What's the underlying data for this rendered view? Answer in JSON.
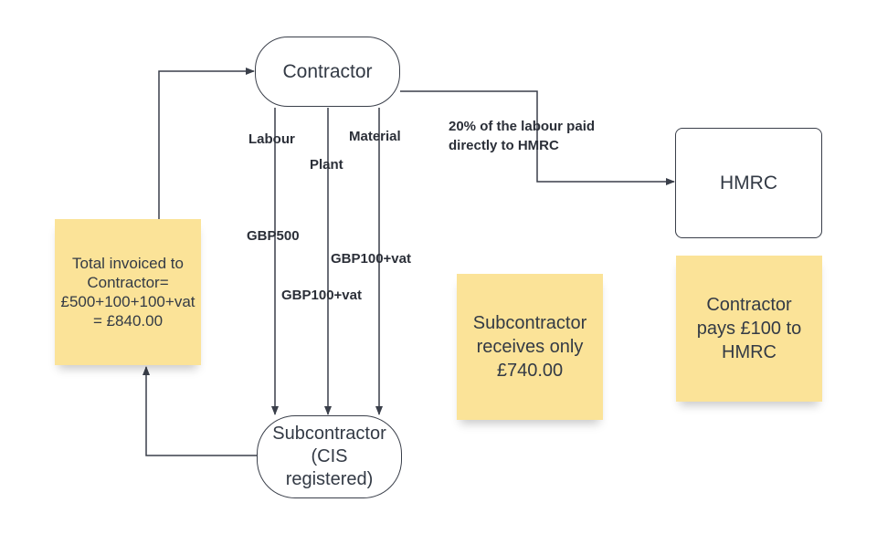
{
  "nodes": {
    "contractor": "Contractor",
    "hmrc": "HMRC",
    "subcontractor_line1": "Subcontractor",
    "subcontractor_line2": "(CIS",
    "subcontractor_line3": "registered)"
  },
  "edge_labels": {
    "labour": "Labour",
    "plant": "Plant",
    "material": "Material",
    "gbp500": "GBP500",
    "gbp100_plant": "GBP100+vat",
    "gbp100_material": "GBP100+vat",
    "hmrc_line1": "20% of the  labour paid",
    "hmrc_line2": "directly to HMRC"
  },
  "notes": {
    "invoice_line1": "Total invoiced to",
    "invoice_line2": "Contractor=",
    "invoice_line3": "£500+100+100+vat",
    "invoice_line4": "= £840.00",
    "sub_line1": "Subcontractor",
    "sub_line2": "receives only",
    "sub_line3": "£740.00",
    "pay_line1": "Contractor",
    "pay_line2": "pays £100 to",
    "pay_line3": "HMRC"
  },
  "colors": {
    "sticky_note": "#fbe398",
    "line": "#3a3f4a"
  }
}
